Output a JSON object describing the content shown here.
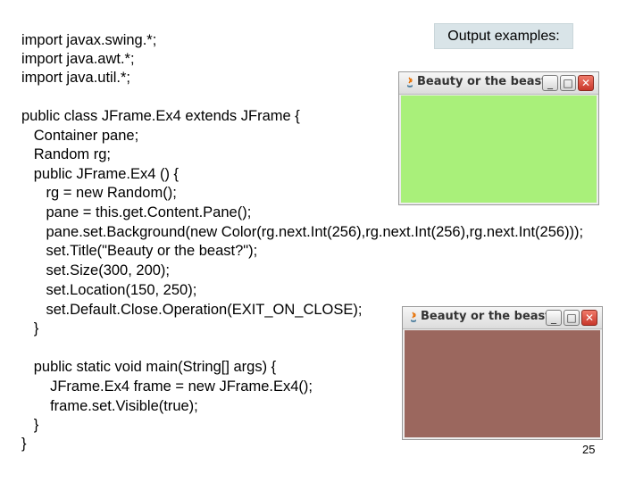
{
  "code": {
    "lines": [
      "import javax.swing.*;",
      "import java.awt.*;",
      "import java.util.*;",
      "public class JFrame.Ex4 extends JFrame {",
      "   Container pane;",
      "   Random rg;",
      "   public JFrame.Ex4 () {",
      "      rg = new Random();",
      "      pane = this.get.Content.Pane();",
      "      pane.set.Background(new Color(rg.next.Int(256),rg.next.Int(256),rg.next.Int(256)));",
      "      set.Title(\"Beauty or the beast?\");",
      "      set.Size(300, 200);",
      "      set.Location(150, 250);",
      "      set.Default.Close.Operation(EXIT_ON_CLOSE);",
      "   }",
      "   public static void main(String[] args) {",
      "       JFrame.Ex4 frame = new JFrame.Ex4();",
      "       frame.set.Visible(true);",
      "   }",
      "}"
    ]
  },
  "output_label": "Output examples:",
  "windows": [
    {
      "title": "Beauty or the beast?",
      "minimize_glyph": "_",
      "maximize_glyph": "□",
      "close_glyph": "✕",
      "background_color": "#a9f07a"
    },
    {
      "title": "Beauty or the beast?",
      "minimize_glyph": "_",
      "maximize_glyph": "□",
      "close_glyph": "✕",
      "background_color": "#9b675e"
    }
  ],
  "page_number": "25"
}
